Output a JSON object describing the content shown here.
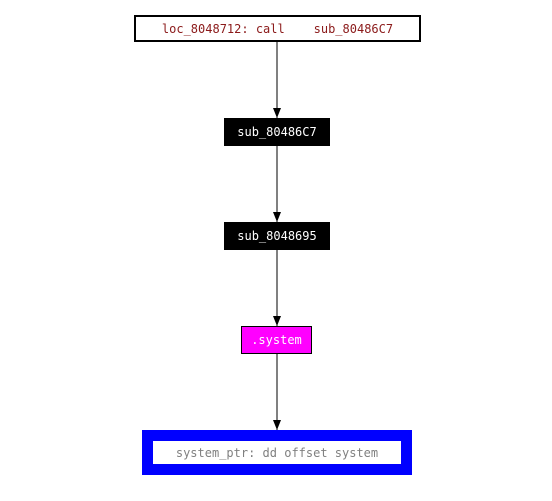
{
  "graph": {
    "nodes": {
      "call": {
        "label": "loc_8048712: call    sub_80486C7"
      },
      "sub1": {
        "label": "sub_80486C7"
      },
      "sub2": {
        "label": "sub_8048695"
      },
      "system": {
        "label": ".system"
      },
      "ptr": {
        "label": "system_ptr: dd offset system"
      }
    },
    "colors": {
      "edge": "#000000",
      "call_text": "#8b1a1a",
      "function_node": "#000000",
      "import_node": "#ff00ff",
      "data_node_border": "#0000ff",
      "data_text": "#808080"
    }
  }
}
